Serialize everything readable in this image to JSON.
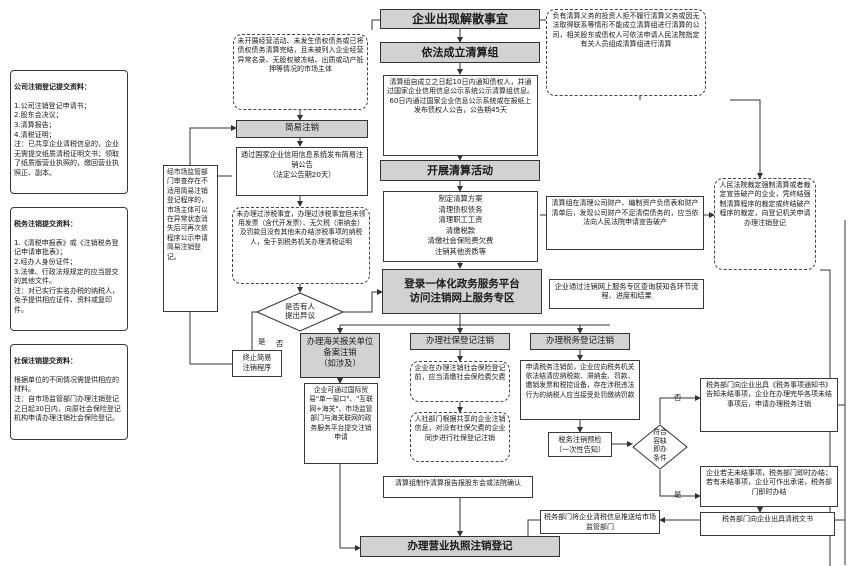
{
  "nodes": {
    "dissolve": "企业出现解散事宜",
    "establish": "依法成立清算组",
    "establish_detail": "清算组自成立之日起10日内通知债权人，并通过国家企业信用信息公示系统公示清算组信息。60日内通过国家企业信息公示系统或在报纸上发布债权人公告，公告期45天",
    "activity": "开展清算活动",
    "activity_detail": "制定清算方案\n清理债权债务\n清理职工工资\n清缴税款\n清缴社会保险费欠费\n注销其他资质等",
    "platform": "登录一体化政务服务平台\n访问注销网上服务专区",
    "platform_note": "企业通过注销网上服务专区查询获知各环节流程、进度和结果",
    "simple_cond": "未开展经营活动、未发生债权债务或已将债权债务清算完结，且未被列入企业经营异常名录、无股权被冻结、出质或动产抵押等情况的市场主体",
    "simple_cancel": "简易注销",
    "simple_publish": "通过国家企业信用信息系统发布简易注销公告\n（法定公告期20天）",
    "simple_tax": "未办理过涉税事宜，办理过涉税事宜但未领用发票（含代开发票）、无欠税（滞纳金）及罚款且没有其他未办结涉税事项的纳税人，免于到税务机关办理清税证明",
    "objection": "是否有人\n提出异议",
    "terminate": "终止简易\n注销程序",
    "market_reg": "经市场监管部门审查存在不适用简易注销登记程序的，市场主体可以在异常状态消失后可再次依程序公示申请简易注销登记。",
    "right_top": "负有清算义务的投资人拒不履行清算义务或因无法取得联系等情形不能成立清算组进行清算的公司，相关股东或债权人可依法申请人民法院指定有关人员组成清算组进行清算",
    "court": "人民法院裁定强制清算或者裁定宣告破产的企业，凭终结强制清算程序的裁定或终结破产程序的裁定，向登记机关申请办理注销登记",
    "bankrupt": "清算组在清理公司财产、编制资产负债表和财产清单后，发现公司财产不足清偿债务的，应当依法向人民法院申请宣告破产",
    "customs": "办理海关报关单位备案注销\n（如涉及）",
    "customs_detail": "企业可通过国际贸易\"单一窗口\"、\"互联网+海关\"、市场监管部门与海关联网的政务服务平台提交注销申请",
    "social": "办理社保登记注销",
    "social_d1": "企业在办理注销社会保险登记前，应当清缴社会保险费欠费",
    "social_d2": "人社部门根据共享的企业注销信息，对没有社保欠费的企业同步进行社保登记注销",
    "tax": "办理税务登记注销",
    "tax_detail": "申请税务注销前，企业应向税务机关依法结清应纳税款、滞纳金、罚款、缴销发票和税控设备，存在涉税违法行为的纳税人应当接受处罚缴纳罚款",
    "tax_precheck": "税务注销预检\n（一次性告知）",
    "tax_cond": "符合\n容缺\n即办\n条件",
    "tax_no": "税务部门向企业出具《税务事项通知书》告知未结事项，企业在办理完毕各项未结事项后，申请办理税务注销",
    "tax_yes": "企业若无未结事项，税务部门即时办结；若有未结事项，企业可作出承诺，税务部门即时办结",
    "tax_cert": "税务部门向企业出具清税文书",
    "tax_push": "税务部门将企业清税信息推送给市场监管部门",
    "report": "清算组制作清算报告报股东会或法院确认",
    "final": "办理营业执照注销登记"
  },
  "labels": {
    "yes": "是",
    "no": "否",
    "no2": "否",
    "yes2": "是"
  },
  "side": {
    "company_title": "公司注销登记提交资料：",
    "company_body": "1.公司注销登记申请书；\n2.股东会决议；\n3.清算报告；\n4.清税证明；\n注：已共享企业清税信息的，企业无需提交纸质清税证明文书；领取了纸质版营业执照的，缴回营业执照正、副本。",
    "tax_title": "税务注销提交资料：",
    "tax_body": "1.《清税申报表》或《注销税务登记申请审批表》；\n2.经办人身份证件；\n3.法律、行政法规规定的应当提交的其他文件。\n注：对已实行实名办税的纳税人，免予提供相应证件、资料或复印件。",
    "social_title": "社保注销提交资料：",
    "social_body": "根据单位的不同情况需提供相应的材料。\n注：自市场监管部门办理注销登记之日起30日内，向原社会保险登记机构申请办理注销社会保险登记。"
  }
}
